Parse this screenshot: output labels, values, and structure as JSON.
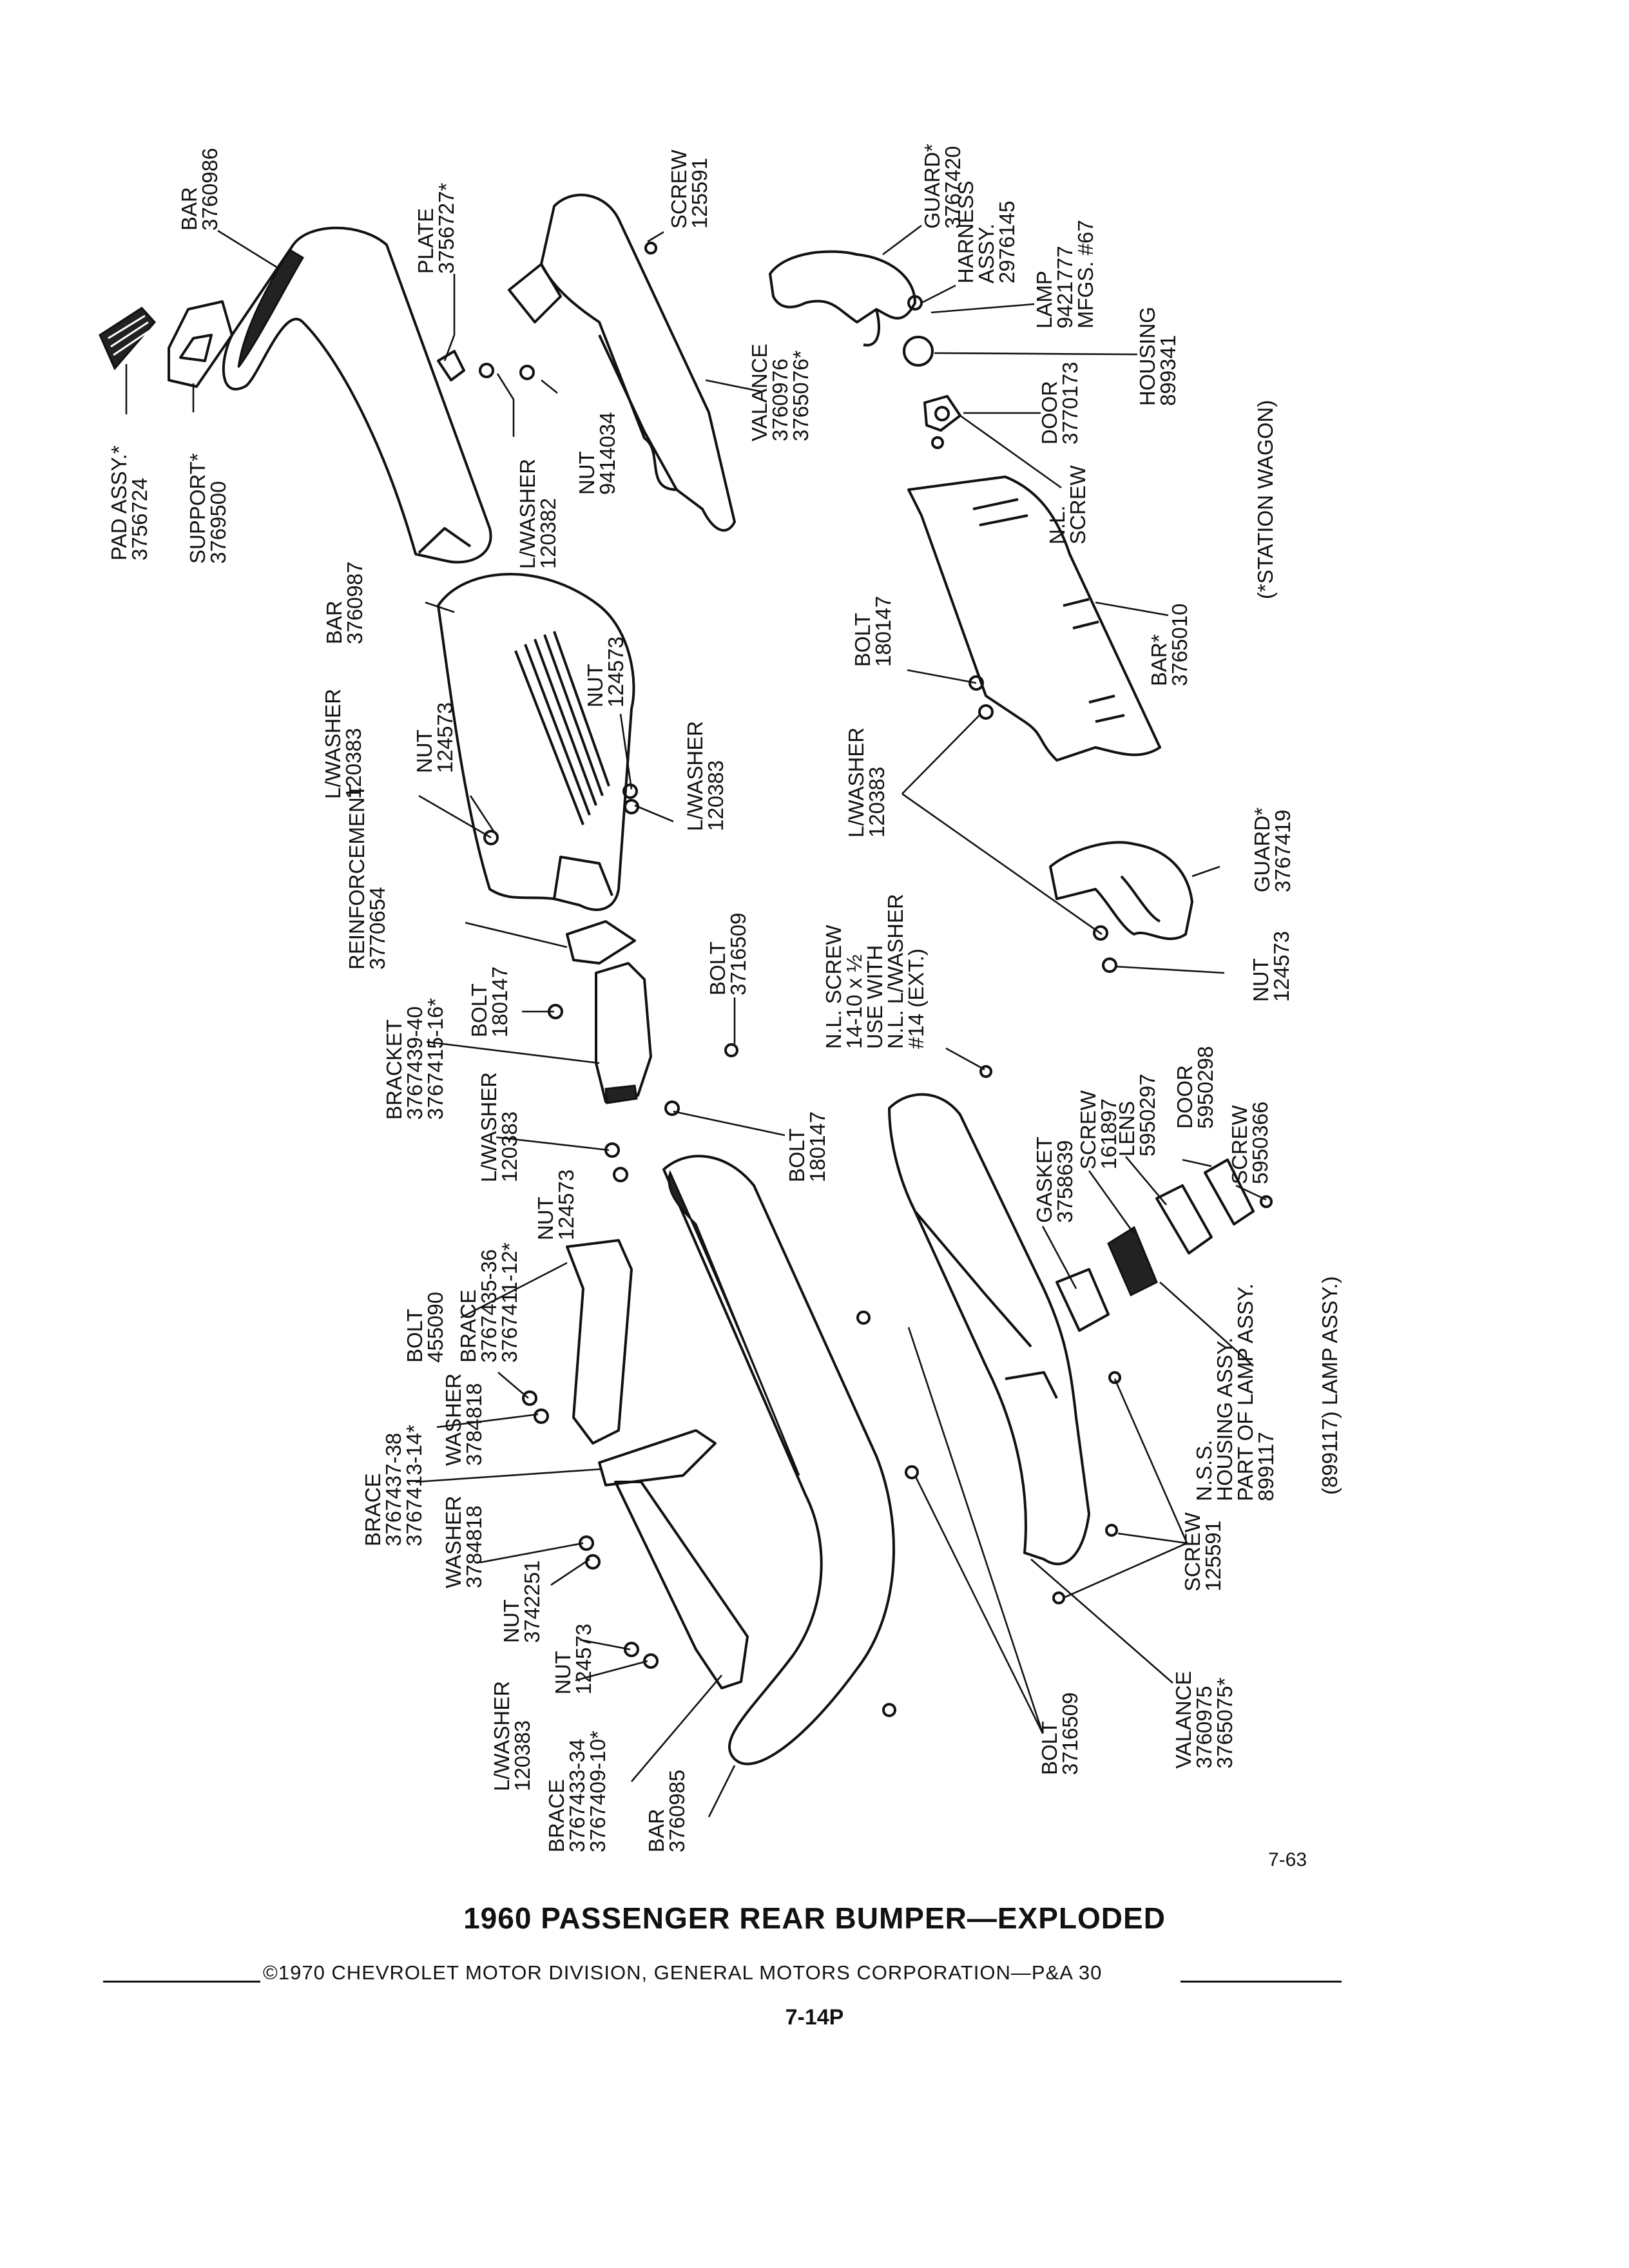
{
  "title": "1960 PASSENGER REAR BUMPER—EXPLODED",
  "copyright": "©1970 CHEVROLET MOTOR DIVISION, GENERAL MOTORS CORPORATION—P&A 30",
  "page_number": "7-14P",
  "figure_number": "7-63",
  "notes": {
    "station_wagon": "(*STATION WAGON)",
    "lamp_assy": "(899117) LAMP ASSY.)"
  },
  "callouts": [
    [
      "PAD ASSY.*",
      "3756724"
    ],
    [
      "SUPPORT*",
      "3769500"
    ],
    [
      "BAR",
      "3760986"
    ],
    [
      "PLATE",
      "3756727*"
    ],
    [
      "L/WASHER",
      "120382"
    ],
    [
      "NUT",
      "9414034"
    ],
    [
      "SCREW",
      "125591"
    ],
    [
      "VALANCE",
      "3760976",
      "3765076*"
    ],
    [
      "GUARD*",
      "3767420"
    ],
    [
      "HARNESS",
      "ASSY.",
      "2976145"
    ],
    [
      "LAMP",
      "9421777",
      "MFGS. #67"
    ],
    [
      "HOUSING",
      "899341"
    ],
    [
      "DOOR",
      "3770173"
    ],
    [
      "N.L.",
      "SCREW"
    ],
    [
      "BAR*",
      "3765010"
    ],
    [
      "BAR",
      "3760987"
    ],
    [
      "L/WASHER",
      "120383"
    ],
    [
      "NUT",
      "124573"
    ],
    [
      "NUT",
      "124573"
    ],
    [
      "L/WASHER",
      "120383"
    ],
    [
      "BOLT",
      "180147"
    ],
    [
      "L/WASHER",
      "120383"
    ],
    [
      "REINFORCEMENT",
      "3770654"
    ],
    [
      "BOLT",
      "3716509"
    ],
    [
      "GUARD*",
      "3767419"
    ],
    [
      "NUT",
      "124573"
    ],
    [
      "BOLT",
      "180147"
    ],
    [
      "BRACKET",
      "3767439-40",
      "3767415-16*"
    ],
    [
      "N.L. SCREW",
      "14-10 x ½",
      "USE WITH",
      "N.L. L/WASHER",
      "#14 (EXT.)"
    ],
    [
      "L/WASHER",
      "120383"
    ],
    [
      "NUT",
      "124573"
    ],
    [
      "BOLT",
      "180147"
    ],
    [
      "GASKET",
      "3758639"
    ],
    [
      "SCREW",
      "161897"
    ],
    [
      "LENS",
      "5950297"
    ],
    [
      "DOOR",
      "5950298"
    ],
    [
      "SCREW",
      "5950366"
    ],
    [
      "BRACE",
      "3767435-36",
      "3767411-12*"
    ],
    [
      "BOLT",
      "455090"
    ],
    [
      "WASHER",
      "3784818"
    ],
    [
      "BRACE",
      "3767437-38",
      "3767413-14*"
    ],
    [
      "WASHER",
      "3784818"
    ],
    [
      "NUT",
      "3742251"
    ],
    [
      "NUT",
      "124573"
    ],
    [
      "L/WASHER",
      "120383"
    ],
    [
      "BRACE",
      "3767433-34",
      "3767409-10*"
    ],
    [
      "BAR",
      "3760985"
    ],
    [
      "BOLT",
      "3716509"
    ],
    [
      "VALANCE",
      "3760975",
      "3765075*"
    ],
    [
      "SCREW",
      "125591"
    ],
    [
      "N.S.S.",
      "HOUSING ASSY.",
      "PART OF LAMP ASSY.",
      "899117"
    ]
  ]
}
